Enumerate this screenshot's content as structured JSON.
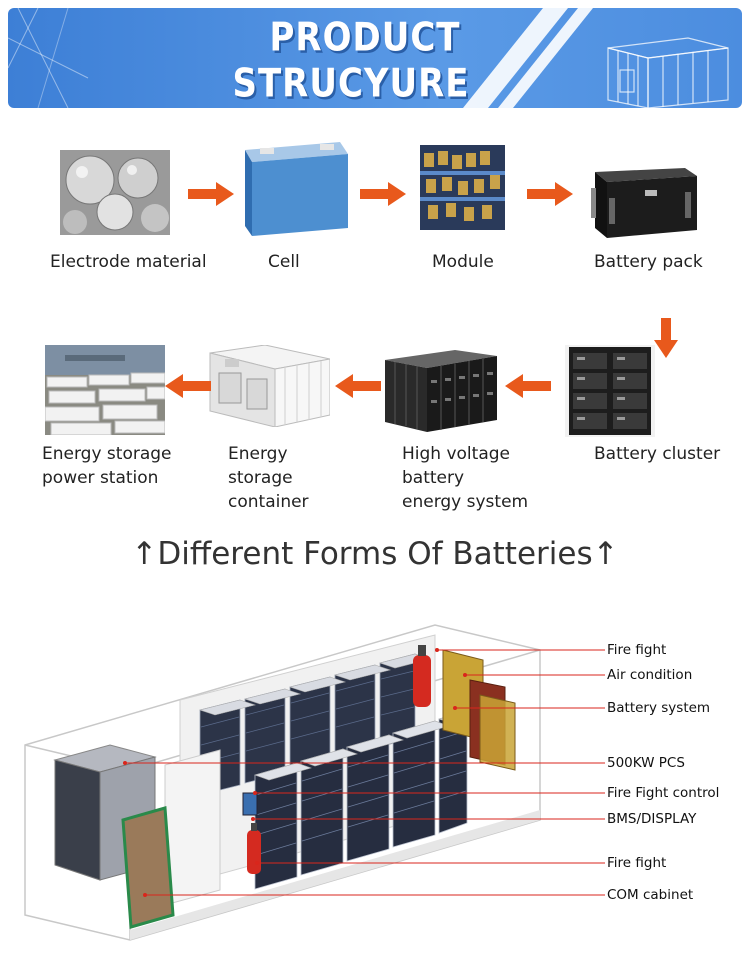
{
  "header": {
    "line1": "PRODUCT",
    "line2": "STRUCYURE"
  },
  "flow": {
    "row1": [
      {
        "label": "Electrode material",
        "icon": "electrode-material-image"
      },
      {
        "label": "Cell",
        "icon": "cell-image"
      },
      {
        "label": "Module",
        "icon": "module-image"
      },
      {
        "label": "Battery pack",
        "icon": "battery-pack-image"
      }
    ],
    "row2": [
      {
        "label_lines": [
          "Energy storage",
          "power station"
        ],
        "icon": "power-station-image"
      },
      {
        "label_lines": [
          "Energy",
          "storage",
          "container"
        ],
        "icon": "container-image"
      },
      {
        "label_lines": [
          "High voltage",
          "battery",
          "energy system"
        ],
        "icon": "high-voltage-system-image"
      },
      {
        "label": "Battery cluster",
        "icon": "battery-cluster-image"
      }
    ],
    "arrow_color": "#e8591c"
  },
  "forms_heading": "↑Different Forms Of Batteries↑",
  "diagram": {
    "labels": [
      "Fire fight",
      "Air condition",
      "Battery system",
      "500KW PCS",
      "Fire Fight control",
      "BMS/DISPLAY",
      "Fire fight",
      "COM cabinet"
    ],
    "leader_color": "#d9261c"
  }
}
